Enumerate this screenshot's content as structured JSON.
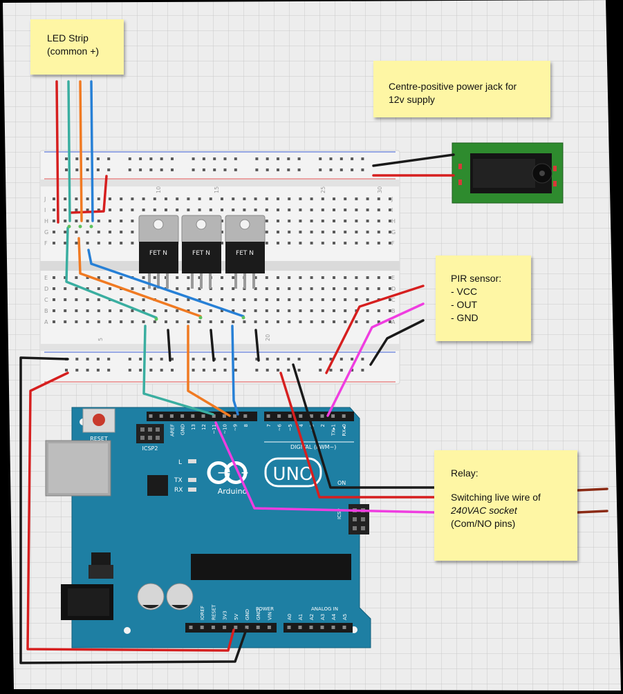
{
  "notes": {
    "led": {
      "line1": "LED Strip",
      "line2": "(common +)"
    },
    "jack": {
      "line1": "Centre-positive power jack for",
      "line2": "12v supply"
    },
    "pir": {
      "title": "PIR sensor:",
      "vcc": "- VCC",
      "out": "- OUT",
      "gnd": "- GND"
    },
    "relay": {
      "title": "Relay:",
      "line1": "Switching live wire of",
      "line2": "240VAC socket",
      "line3": "(Com/NO pins)"
    }
  },
  "mosfets": {
    "label": "FET N"
  },
  "breadboard": {
    "columns": [
      "5",
      "10",
      "15",
      "20",
      "25",
      "30"
    ],
    "rows_top": [
      "J",
      "I",
      "H",
      "G",
      "F"
    ],
    "rows_bottom": [
      "E",
      "D",
      "C",
      "B",
      "A"
    ]
  },
  "arduino": {
    "logo": "UNO",
    "brand": "Arduino",
    "reset": "RESET",
    "icsp2": "ICSP2",
    "icsp": "ICSP",
    "digital_label": "DIGITAL (PWM~)",
    "led_l": "L",
    "led_tx": "TX",
    "led_rx": "RX",
    "on": "ON",
    "power_label": "POWER",
    "analog_label": "ANALOG IN",
    "top_pins": [
      "AREF",
      "GND",
      "13",
      "12",
      "~11",
      "~10",
      "~9",
      "8",
      "7",
      "~6",
      "~5",
      "4",
      "~3",
      "2",
      "TX▸1",
      "RX◂0"
    ],
    "power_pins": [
      "IOREF",
      "RESET",
      "3V3",
      "5V",
      "GND",
      "GND",
      "VIN"
    ],
    "analog_pins": [
      "A0",
      "A1",
      "A2",
      "A3",
      "A4",
      "A5"
    ]
  },
  "colors": {
    "wire_red": "#d61f1f",
    "wire_black": "#1a1a1a",
    "wire_orange": "#f07a22",
    "wire_teal": "#3aaea0",
    "wire_blue": "#2780d6",
    "wire_magenta": "#ef3de0",
    "board_blue": "#1e7fa3",
    "note_yellow": "#fef6a4",
    "jack_green": "#2e8b2e"
  }
}
